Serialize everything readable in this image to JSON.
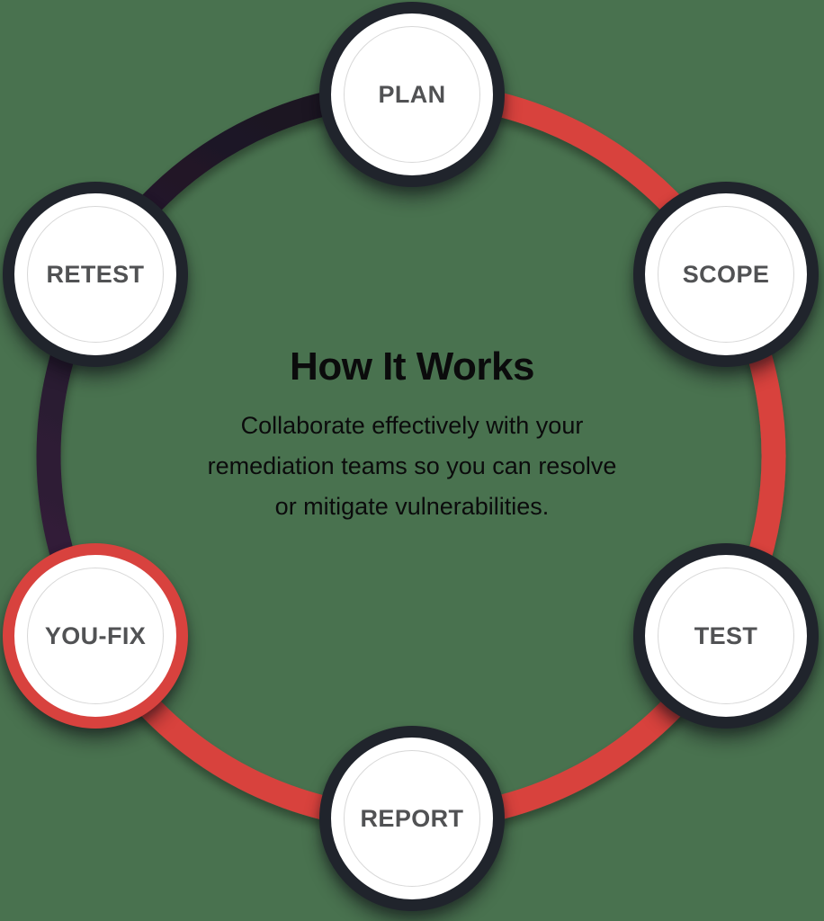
{
  "diagram": {
    "title": "How It Works",
    "description_lines": [
      "Collaborate effectively with your",
      "remediation teams so you can resolve",
      "or mitigate vulnerabilities."
    ],
    "steps": [
      {
        "label": "PLAN",
        "highlighted": false
      },
      {
        "label": "SCOPE",
        "highlighted": false
      },
      {
        "label": "TEST",
        "highlighted": false
      },
      {
        "label": "REPORT",
        "highlighted": false
      },
      {
        "label": "YOU-FIX",
        "highlighted": true
      },
      {
        "label": "RETEST",
        "highlighted": false
      }
    ],
    "colors": {
      "background": "#49724F",
      "accent-red": "#D8423E",
      "arc-dark-start": "#33203A",
      "arc-dark-end": "#191220",
      "node-ring-dark": "#20242C",
      "node-fill": "#FFFFFF",
      "node-inner-circle": "#D8D8D8",
      "step-label": "#515254",
      "text": "#0B0B0C"
    }
  }
}
